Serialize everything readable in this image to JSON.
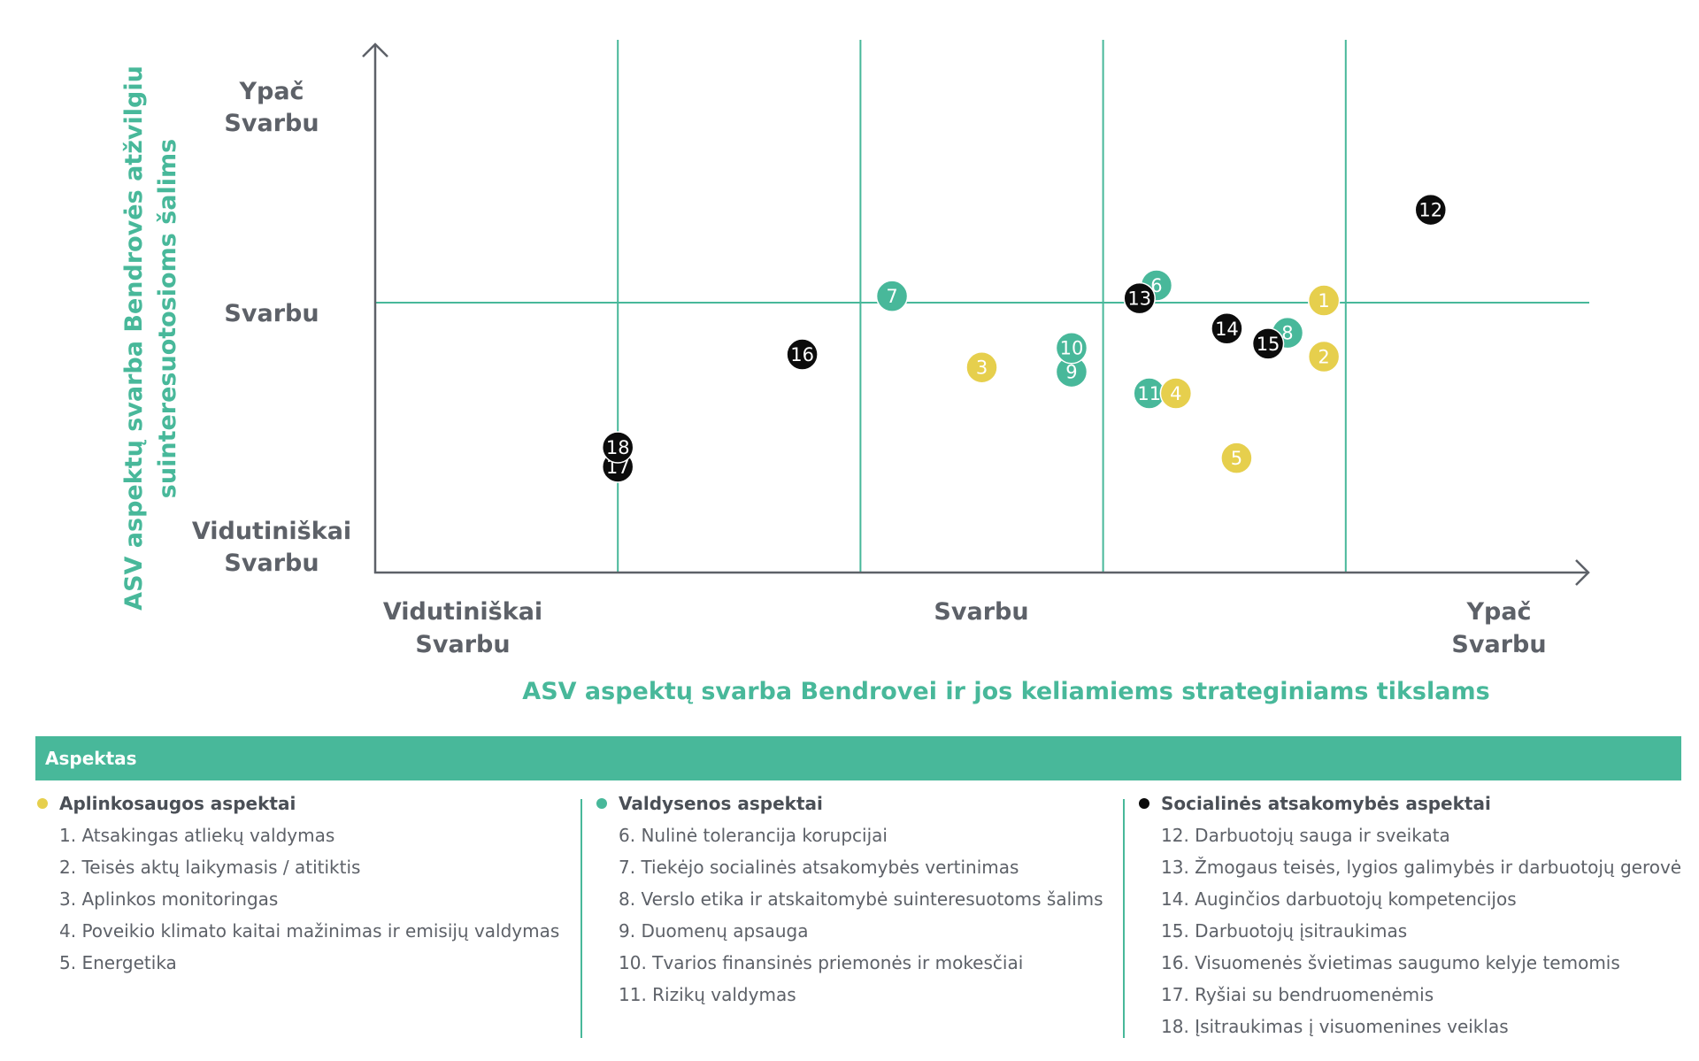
{
  "colors": {
    "environment": "#e6cf4d",
    "governance": "#48b89a",
    "social": "#0c0c0c",
    "grid": "#48b89a",
    "axis": "#5d6168"
  },
  "chart_data": {
    "type": "scatter",
    "xlabel": "ASV aspektų svarba Bendrovei ir jos keliamiems strateginiams tikslams",
    "ylabel_lines": [
      "ASV aspektų svarba Bendrovės atžvilgiu",
      "suinteresuotosioms šalims"
    ],
    "xlim": [
      0,
      5
    ],
    "ylim": [
      0,
      2.5
    ],
    "x_ticks": [
      {
        "lines": [
          "Vidutiniškai",
          "Svarbu"
        ]
      },
      {
        "lines": [
          "Svarbu"
        ]
      },
      {
        "lines": [
          "Ypač",
          "Svarbu"
        ]
      }
    ],
    "y_ticks": [
      {
        "lines": [
          "Ypač",
          "Svarbu"
        ]
      },
      {
        "lines": [
          "Svarbu"
        ]
      },
      {
        "lines": [
          "Vidutiniškai",
          "Svarbu"
        ]
      }
    ],
    "grid": {
      "x": [
        1,
        2,
        3,
        4
      ],
      "y": [
        1.25
      ]
    },
    "points": [
      {
        "label": "1",
        "group": "environment",
        "x": 3.91,
        "y": 1.26
      },
      {
        "label": "2",
        "group": "environment",
        "x": 3.91,
        "y": 1.0
      },
      {
        "label": "3",
        "group": "environment",
        "x": 2.5,
        "y": 0.95
      },
      {
        "label": "4",
        "group": "environment",
        "x": 3.3,
        "y": 0.83
      },
      {
        "label": "5",
        "group": "environment",
        "x": 3.55,
        "y": 0.53
      },
      {
        "label": "6",
        "group": "governance",
        "x": 3.22,
        "y": 1.33
      },
      {
        "label": "7",
        "group": "governance",
        "x": 2.13,
        "y": 1.28
      },
      {
        "label": "8",
        "group": "governance",
        "x": 3.76,
        "y": 1.11
      },
      {
        "label": "9",
        "group": "governance",
        "x": 2.87,
        "y": 0.93
      },
      {
        "label": "10",
        "group": "governance",
        "x": 2.87,
        "y": 1.04
      },
      {
        "label": "11",
        "group": "governance",
        "x": 3.19,
        "y": 0.83
      },
      {
        "label": "12",
        "group": "social",
        "x": 4.35,
        "y": 1.68
      },
      {
        "label": "13",
        "group": "social",
        "x": 3.15,
        "y": 1.27
      },
      {
        "label": "14",
        "group": "social",
        "x": 3.51,
        "y": 1.13
      },
      {
        "label": "15",
        "group": "social",
        "x": 3.68,
        "y": 1.06
      },
      {
        "label": "16",
        "group": "social",
        "x": 1.76,
        "y": 1.01
      },
      {
        "label": "17",
        "group": "social",
        "x": 1.0,
        "y": 0.49
      },
      {
        "label": "18",
        "group": "social",
        "x": 1.0,
        "y": 0.58
      }
    ]
  },
  "legend": {
    "header": "Aspektas",
    "columns": [
      {
        "group": "environment",
        "title": "Aplinkosaugos aspektai",
        "items": [
          "1. Atsakingas atliekų valdymas",
          "2. Teisės aktų laikymasis / atitiktis",
          "3. Aplinkos monitoringas",
          "4. Poveikio klimato kaitai mažinimas ir emisijų valdymas",
          "5. Energetika"
        ]
      },
      {
        "group": "governance",
        "title": "Valdysenos aspektai",
        "items": [
          "6. Nulinė tolerancija korupcijai",
          "7. Tiekėjo socialinės atsakomybės vertinimas",
          "8. Verslo etika ir atskaitomybė suinteresuotoms šalims",
          "9. Duomenų apsauga",
          "10. Tvarios finansinės priemonės ir mokesčiai",
          "11. Rizikų valdymas"
        ]
      },
      {
        "group": "social",
        "title": "Socialinės atsakomybės aspektai",
        "items": [
          "12. Darbuotojų sauga ir sveikata",
          "13. Žmogaus teisės, lygios galimybės ir darbuotojų gerovė",
          "14. Auginčios darbuotojų kompetencijos",
          "15. Darbuotojų įsitraukimas",
          "16. Visuomenės švietimas saugumo kelyje temomis",
          "17. Ryšiai su bendruomenėmis",
          "18. Įsitraukimas į visuomenines veiklas"
        ]
      }
    ]
  }
}
